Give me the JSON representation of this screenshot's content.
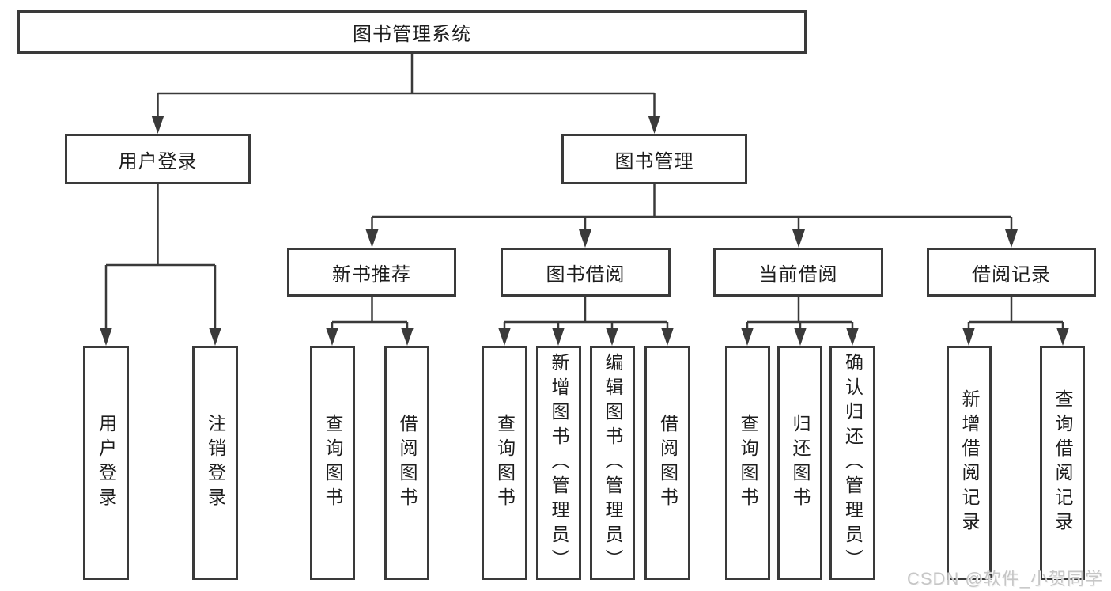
{
  "tree": {
    "label": "图书管理系统",
    "children": [
      {
        "label": "用户登录",
        "children": [
          {
            "label": "用户登录"
          },
          {
            "label": "注销登录"
          }
        ]
      },
      {
        "label": "图书管理",
        "children": [
          {
            "label": "新书推荐",
            "children": [
              {
                "label": "查询图书"
              },
              {
                "label": "借阅图书"
              }
            ]
          },
          {
            "label": "图书借阅",
            "children": [
              {
                "label": "查询图书"
              },
              {
                "label": "新增图书（管理员）"
              },
              {
                "label": "编辑图书（管理员）"
              },
              {
                "label": "借阅图书"
              }
            ]
          },
          {
            "label": "当前借阅",
            "children": [
              {
                "label": "查询图书"
              },
              {
                "label": "归还图书"
              },
              {
                "label": "确认归还（管理员）"
              }
            ]
          },
          {
            "label": "借阅记录",
            "children": [
              {
                "label": "新增借阅记录"
              },
              {
                "label": "查询借阅记录"
              }
            ]
          }
        ]
      }
    ]
  },
  "watermark": "CSDN @软件_小贺同学",
  "colors": {
    "line": "#3a3a3a",
    "box_border": "#3a3a3a",
    "text": "#1d1d1d",
    "background": "#ffffff",
    "watermark": "#c6c6c6"
  }
}
